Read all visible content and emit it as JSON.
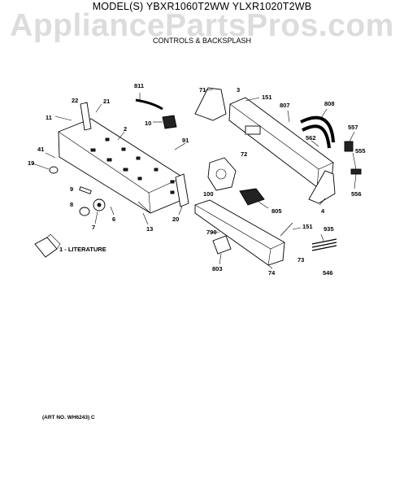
{
  "header": {
    "model_line": "MODEL(S) YBXR1060T2WW  YLXR1020T2WB",
    "subtitle": "CONTROLS & BACKSPLASH",
    "watermark": "AppliancePartsPros.com"
  },
  "parts": [
    {
      "id": "p811",
      "label": "811"
    },
    {
      "id": "p71",
      "label": "71"
    },
    {
      "id": "p3",
      "label": "3"
    },
    {
      "id": "p151a",
      "label": "151"
    },
    {
      "id": "p807",
      "label": "807"
    },
    {
      "id": "p808",
      "label": "808"
    },
    {
      "id": "p22",
      "label": "22"
    },
    {
      "id": "p21",
      "label": "21"
    },
    {
      "id": "p11",
      "label": "11"
    },
    {
      "id": "p10",
      "label": "10"
    },
    {
      "id": "p2",
      "label": "2"
    },
    {
      "id": "p557",
      "label": "557"
    },
    {
      "id": "p562",
      "label": "562"
    },
    {
      "id": "p91",
      "label": "91"
    },
    {
      "id": "p72",
      "label": "72"
    },
    {
      "id": "p555",
      "label": "555"
    },
    {
      "id": "p41",
      "label": "41"
    },
    {
      "id": "p19",
      "label": "19"
    },
    {
      "id": "p9",
      "label": "9"
    },
    {
      "id": "p100",
      "label": "100"
    },
    {
      "id": "p556",
      "label": "556"
    },
    {
      "id": "p4",
      "label": "4"
    },
    {
      "id": "p8",
      "label": "8"
    },
    {
      "id": "p6",
      "label": "6"
    },
    {
      "id": "p805",
      "label": "805"
    },
    {
      "id": "p7",
      "label": "7"
    },
    {
      "id": "p20",
      "label": "20"
    },
    {
      "id": "p13",
      "label": "13"
    },
    {
      "id": "p151b",
      "label": "151"
    },
    {
      "id": "p935",
      "label": "935"
    },
    {
      "id": "p790",
      "label": "790"
    },
    {
      "id": "p73",
      "label": "73"
    },
    {
      "id": "p803",
      "label": "803"
    },
    {
      "id": "p74",
      "label": "74"
    },
    {
      "id": "p546",
      "label": "546"
    }
  ],
  "literature_label": "1 - LITERATURE",
  "art_number": "(ART NO. WH6243) C"
}
